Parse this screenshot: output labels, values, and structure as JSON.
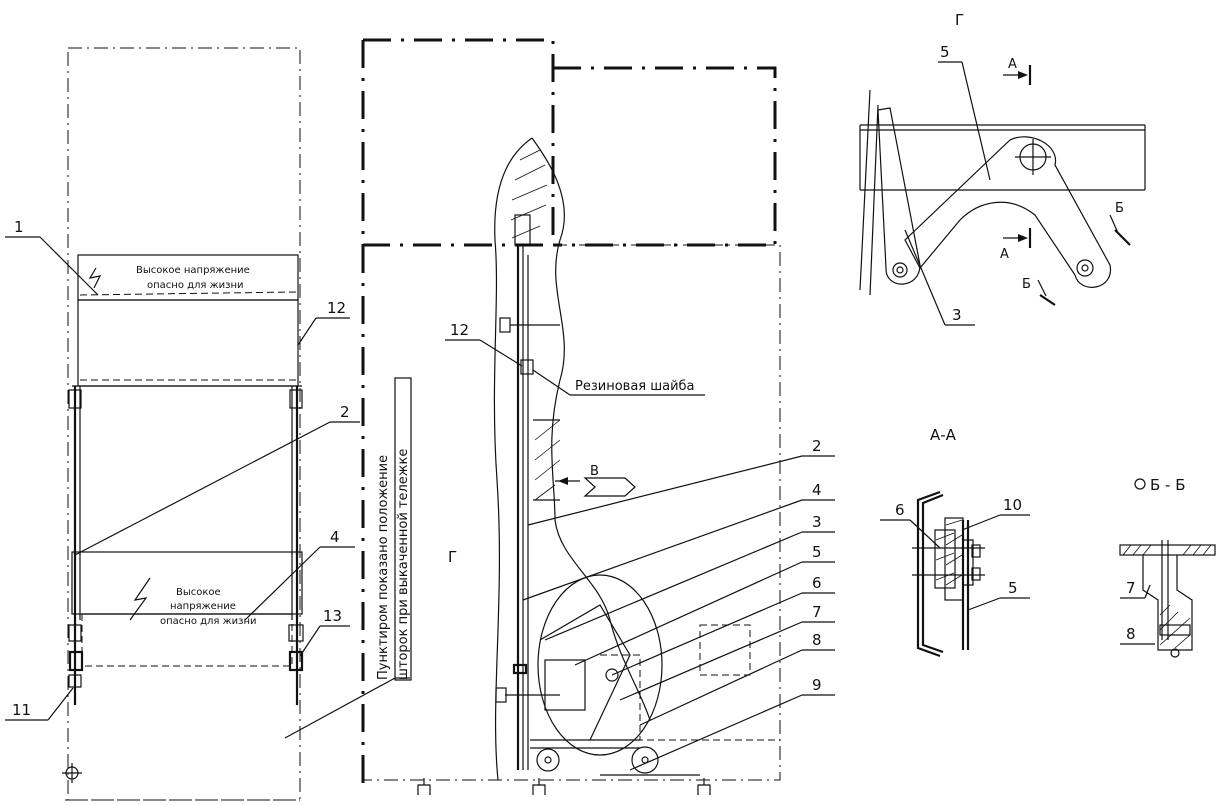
{
  "labels": {
    "view_g_top": "Г",
    "view_g_left": "Г",
    "section_aa_title": "А-А",
    "section_bb_title": "Б - Б",
    "section_bb_marker": "ʘ",
    "arrow_v": "В",
    "rubber_washer": "Резиновая шайба",
    "vertical_note_line1": "Пунктиром показано положение",
    "vertical_note_line2": "шторок при выкаченной тележке",
    "warning_top_line1": "Высокое напряжение",
    "warning_top_line2": "опасно для жизни",
    "warning_bottom_line1": "Высокое",
    "warning_bottom_line2": "напряжение",
    "warning_bottom_line3": "опасно для жизни",
    "cut_a_upper": "А",
    "cut_a_lower": "А",
    "cut_b_upper": "Б",
    "cut_b_lower": "Б"
  },
  "callouts": {
    "left": [
      "1",
      "12",
      "2",
      "4",
      "13",
      "11"
    ],
    "middle": [
      "12",
      "2",
      "4",
      "3",
      "5",
      "6",
      "7",
      "8",
      "9"
    ],
    "detail_g": [
      "5",
      "3"
    ],
    "section_aa": [
      "6",
      "10",
      "5"
    ],
    "section_bb": [
      "7",
      "8"
    ]
  }
}
